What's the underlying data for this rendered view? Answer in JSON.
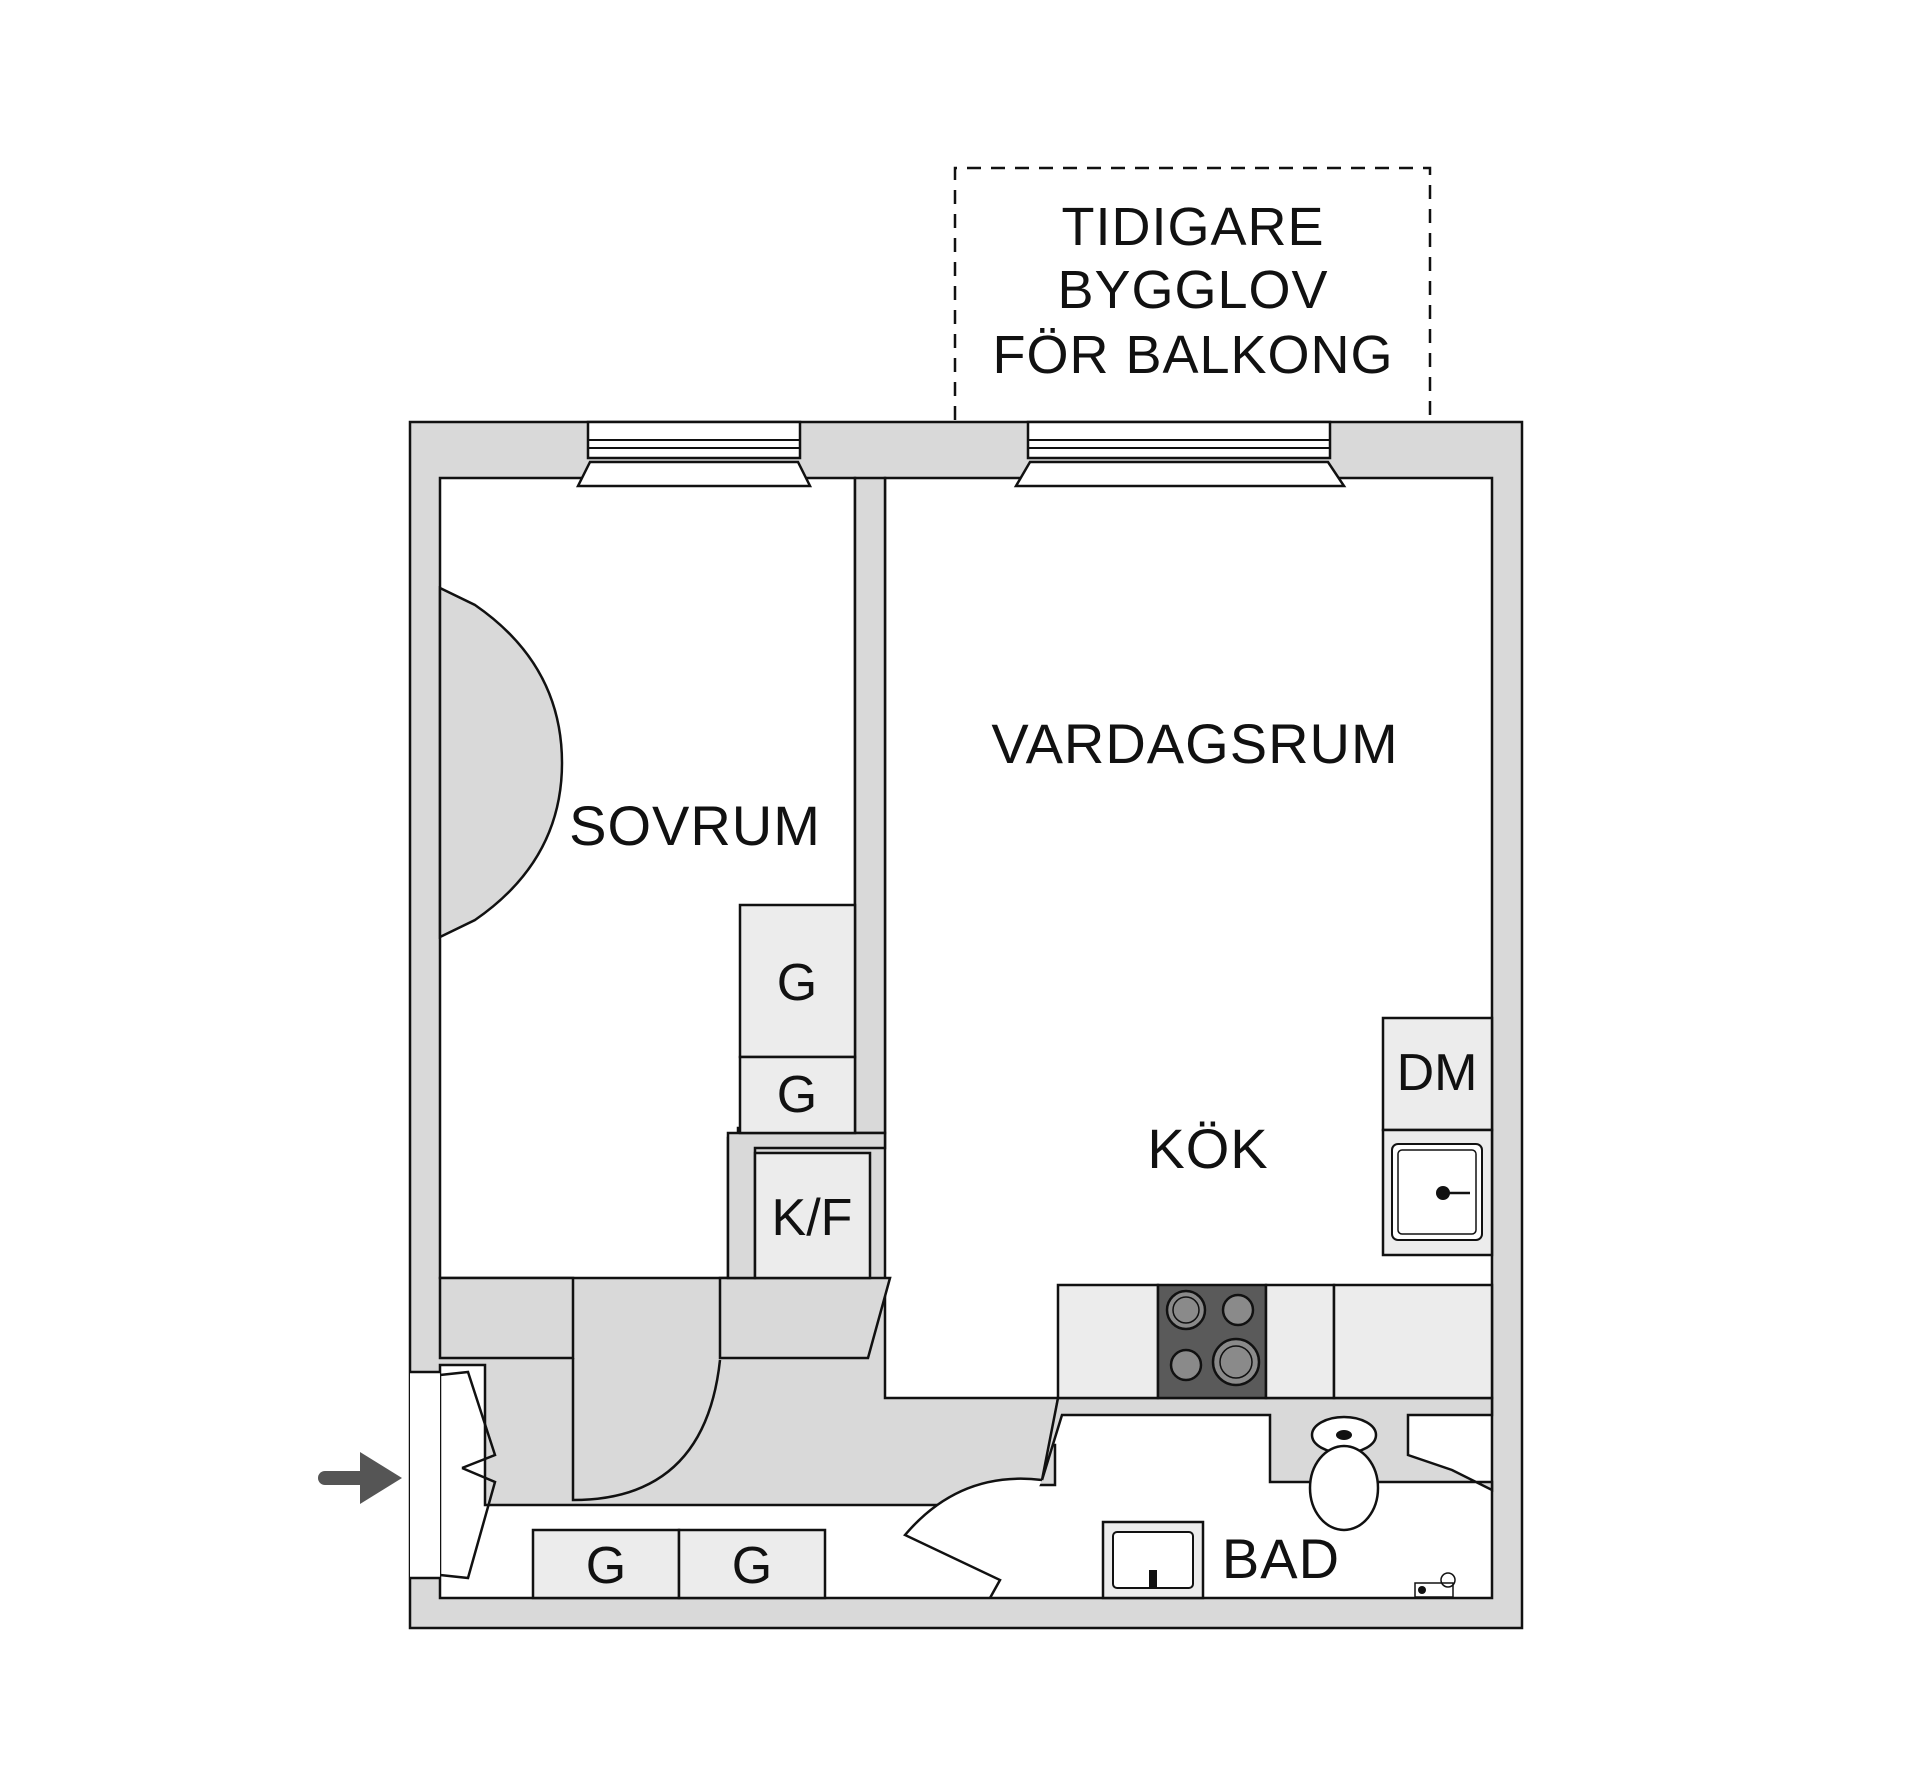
{
  "balcony": {
    "line1": "TIDIGARE",
    "line2": "BYGGLOV",
    "line3": "FÖR BALKONG"
  },
  "rooms": {
    "sovrum": "SOVRUM",
    "vardagsrum": "VARDAGSRUM",
    "kok": "KÖK",
    "bad": "BAD"
  },
  "fixtures": {
    "wardrobe": "G",
    "fridge_freezer": "K/F",
    "dishwasher": "DM"
  },
  "colors": {
    "wall": "#d9d9d9",
    "cabinet": "#ececec",
    "outline": "#111111",
    "arrow": "#555555",
    "stove": "#5a5a5a"
  }
}
